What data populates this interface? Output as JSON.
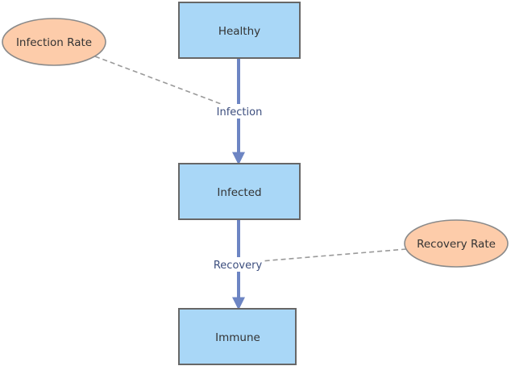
{
  "stocks": {
    "healthy": "Healthy",
    "infected": "Infected",
    "immune": "Immune"
  },
  "flows": {
    "infection": "Infection",
    "recovery": "Recovery"
  },
  "variables": {
    "infection_rate": "Infection Rate",
    "recovery_rate": "Recovery Rate"
  },
  "colors": {
    "stock_fill": "#a9d7f7",
    "variable_fill": "#fdccaa",
    "flow_line": "#6d85c3",
    "link_line": "#9a9a9a"
  }
}
